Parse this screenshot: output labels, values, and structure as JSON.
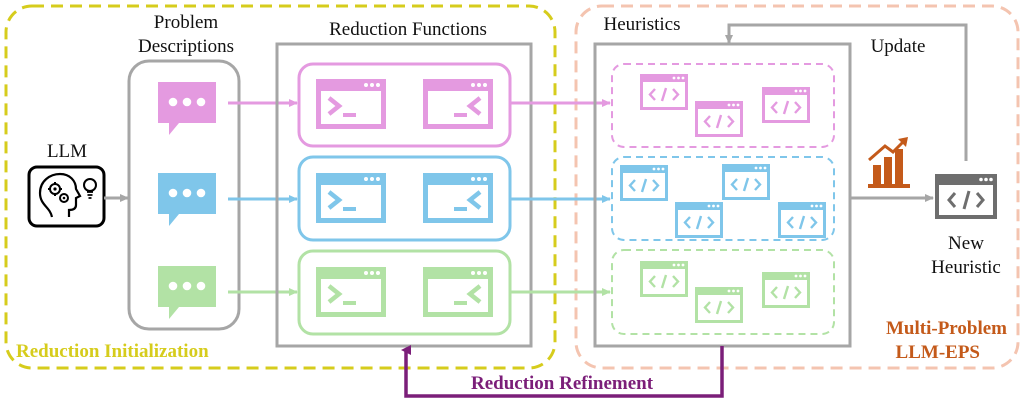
{
  "labels": {
    "llm": "LLM",
    "problem_descriptions_1": "Problem",
    "problem_descriptions_2": "Descriptions",
    "reduction_functions": "Reduction Functions",
    "heuristics": "Heuristics",
    "update": "Update",
    "new_heuristic_1": "New",
    "new_heuristic_2": "Heuristic",
    "reduction_initialization": "Reduction Initialization",
    "reduction_refinement": "Reduction Refinement",
    "multi_problem_1": "Multi-Problem",
    "multi_problem_2": "LLM-EPS"
  },
  "colors": {
    "pink": "#e49ae0",
    "blue": "#7fc6ea",
    "green": "#b2e2a5",
    "gray": "#a6a6a6",
    "yellow_dash": "#d6cc1c",
    "salmon_dash": "#f4c4b0",
    "purple": "#7b1e79",
    "orange": "#c45a1a",
    "dark_gray": "#6e6e6e"
  },
  "icons": {
    "llm": "brain-gears-bulb-icon",
    "chat": "chat-bubble-icon",
    "terminal": "terminal-prompt-icon",
    "terminal_reverse": "terminal-reverse-prompt-icon",
    "code": "code-window-icon",
    "chart": "bar-chart-growth-icon"
  }
}
